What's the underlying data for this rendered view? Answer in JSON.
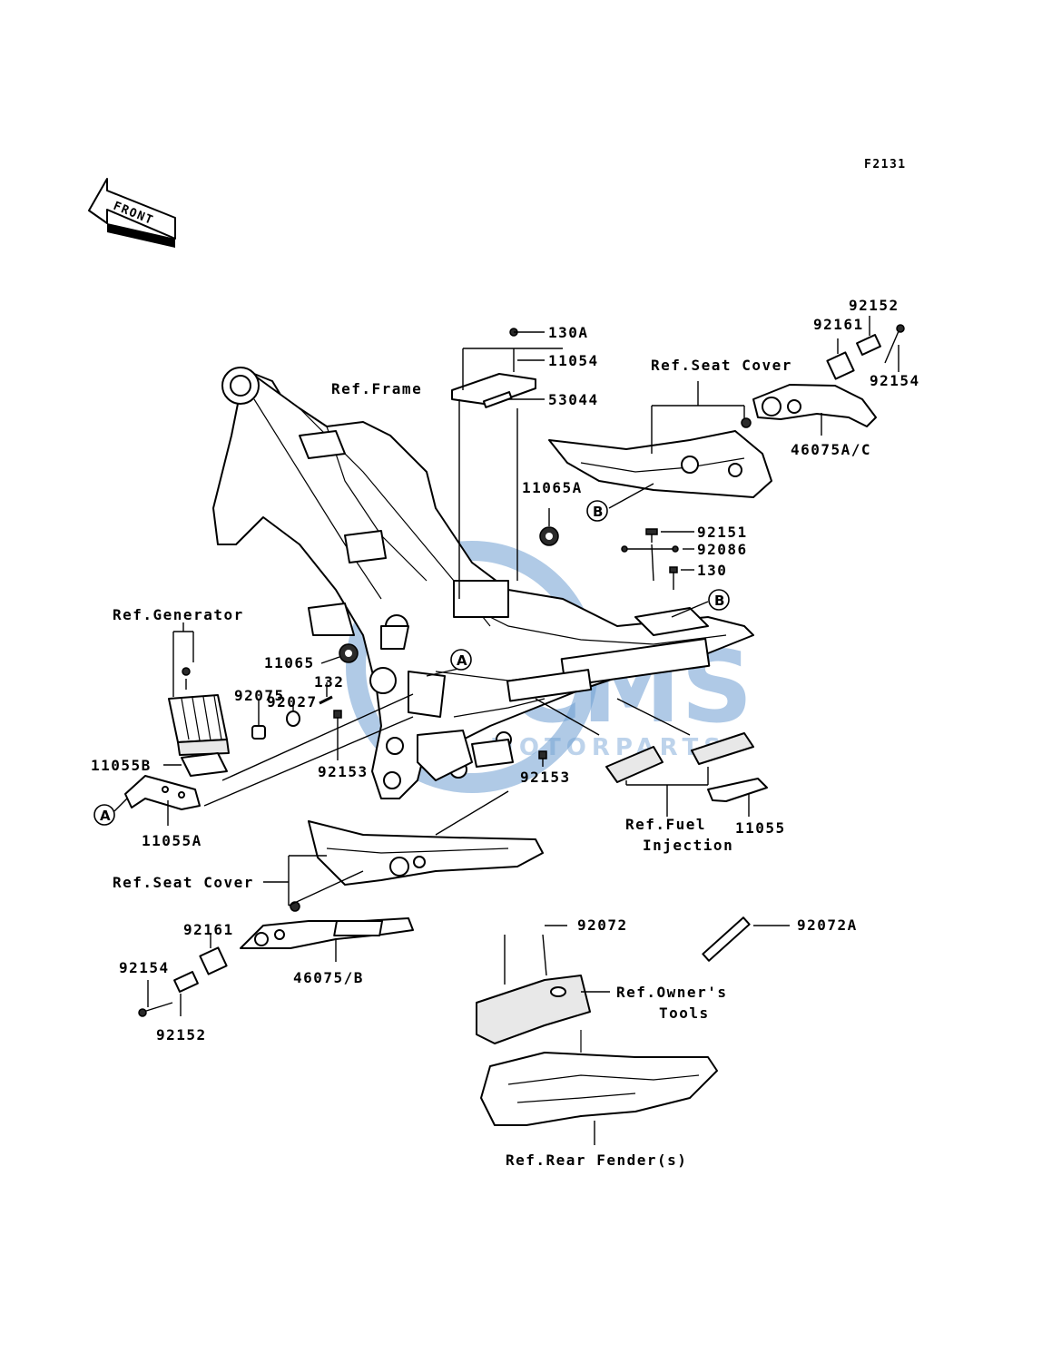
{
  "diagram_code": "F2131",
  "front_label": "FRONT",
  "watermark": {
    "main": "CMS",
    "sub": "MOTORPARTS",
    "color": "#4a86c7"
  },
  "callout_letters": {
    "a": "A",
    "b": "B"
  },
  "labels": {
    "p130A": "130A",
    "p11054": "11054",
    "p53044": "53044",
    "ref_frame": "Ref.Frame",
    "ref_seat_cover_top": "Ref.Seat Cover",
    "p92152_top": "92152",
    "p92161_top": "92161",
    "p92154_top": "92154",
    "p46075AC": "46075A/C",
    "p11065A": "11065A",
    "p92151": "92151",
    "p92086": "92086",
    "p130": "130",
    "ref_generator": "Ref.Generator",
    "p11065": "11065",
    "p132": "132",
    "p92027": "92027",
    "p92075": "92075",
    "p11055B": "11055B",
    "p92153_left": "92153",
    "p92153_mid": "92153",
    "p11055A": "11055A",
    "ref_fuel_1": "Ref.Fuel",
    "ref_fuel_2": "Injection",
    "p11055": "11055",
    "ref_seat_cover_left": "Ref.Seat Cover",
    "p92161_bot": "92161",
    "p46075B": "46075/B",
    "p92154_bot": "92154",
    "p92152_bot": "92152",
    "p92072": "92072",
    "p92072A": "92072A",
    "ref_owner_1": "Ref.Owner's",
    "ref_owner_2": "Tools",
    "ref_rear_fender": "Ref.Rear Fender(s)"
  }
}
